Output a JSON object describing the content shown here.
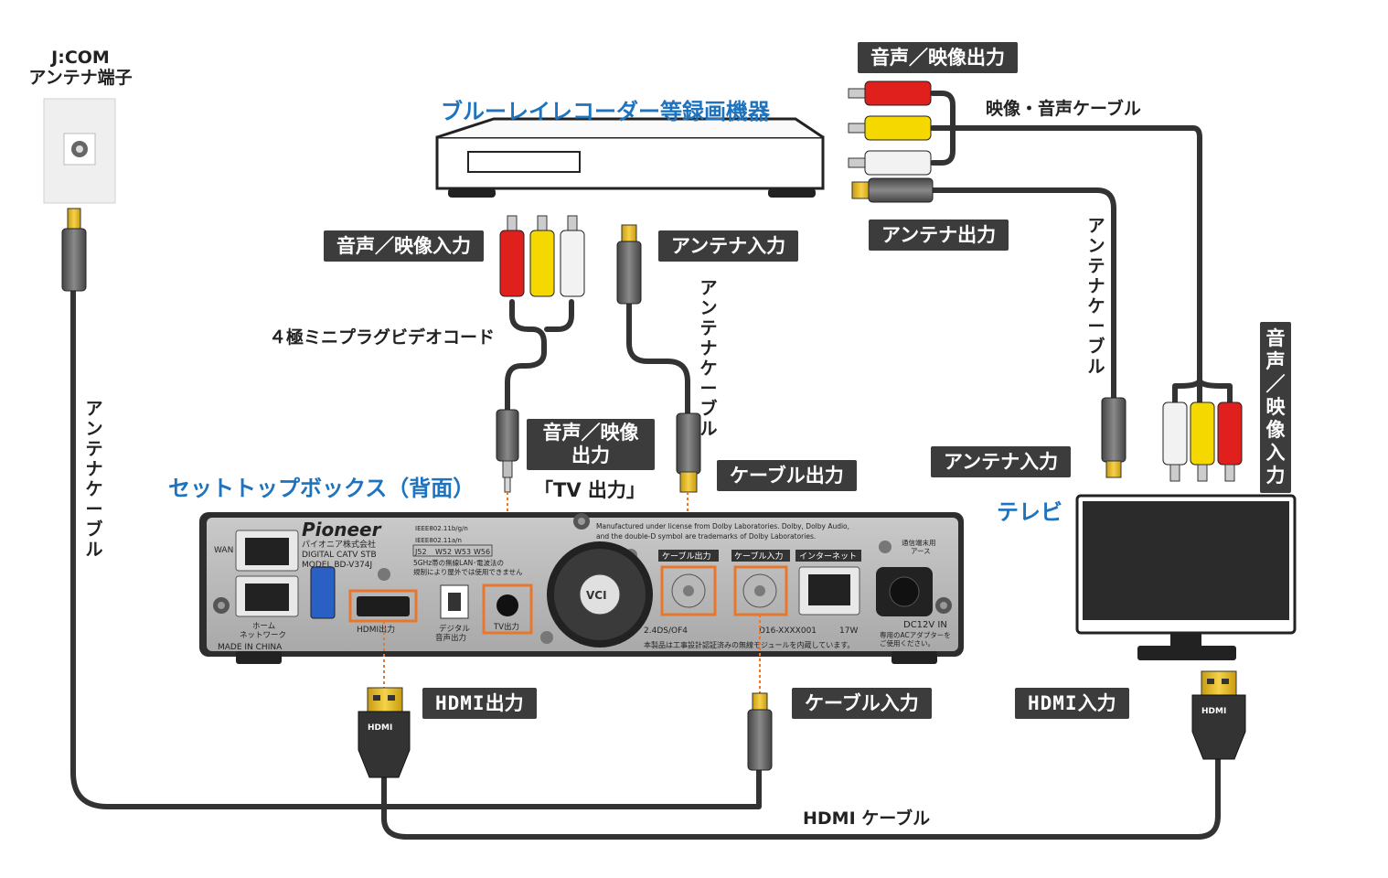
{
  "title_recorder": "ブルーレイレコーダー等録画機器",
  "title_stb": "セットトップボックス（背面）",
  "title_tv": "テレビ",
  "jcom_label": {
    "line1": "J:COM",
    "line2": "アンテナ端子"
  },
  "tags": {
    "recorder_av_in": "音声／映像入力",
    "recorder_ant_in": "アンテナ入力",
    "recorder_av_out": "音声／映像出力",
    "recorder_ant_out": "アンテナ出力",
    "stb_av_out_line1": "音声／映像",
    "stb_av_out_line2": "出力",
    "stb_cable_out": "ケーブル出力",
    "stb_cable_in": "ケーブル入力",
    "stb_hdmi_out_suffix": "出力",
    "tv_ant_in": "アンテナ入力",
    "tv_hdmi_in_suffix": "入力",
    "tv_av_in": "音声／映像入力",
    "hdmi_logo": "HDMI"
  },
  "labels": {
    "four_pole": "４極ミニプラグビデオコード",
    "av_cable": "映像・音声ケーブル",
    "tv_out": "「TV 出力」",
    "hdmi_cable": "HDMI ケーブル",
    "ant_cable_left": "アンテナケーブル",
    "ant_cable_mid": "アンテナケーブル",
    "ant_cable_right": "アンテナケーブル"
  },
  "stb_panel": {
    "brand": "Pioneer",
    "maker": "パイオニア株式会社",
    "product": "DIGITAL CATV STB",
    "model": "MODEL BD-V374J",
    "ieee1": "IEEE802.11b/g/n",
    "ieee2": "IEEE802.11a/n",
    "wlan_j52": "J52",
    "wlan_w52": "W52",
    "wlan_w53": "W53",
    "wlan_w56": "W56",
    "wlan_note1": "5GHz帯の無線LAN･電波法の",
    "wlan_note2": "規制により屋外では使用できません",
    "dolby1": "Manufactured under license from Dolby Laboratories. Dolby, Dolby Audio,",
    "dolby2": "and the double-D symbol are trademarks of Dolby Laboratories.",
    "wan": "WAN",
    "home_net1": "ホーム",
    "home_net2": "ネットワーク",
    "made_in": "MADE IN CHINA",
    "hdmi_out": "HDMI出力",
    "digital_audio1": "デジタル",
    "digital_audio2": "音声出力",
    "tv_out": "TV出力",
    "cable_out": "ケーブル出力",
    "cable_in": "ケーブル入力",
    "internet": "インターネット",
    "ground1": "通信端末用",
    "ground2": "アース",
    "ds": "2.4DS/OF4",
    "cert_id": "D16-XXXX001",
    "watt": "17W",
    "dc": "DC12V IN",
    "adapter1": "専用のACアダプターを",
    "adapter2": "ご使用ください。",
    "module_note": "本製品は工事設計認証済みの無線モジュールを内蔵しています。",
    "vci": "VCI"
  },
  "colors": {
    "tag_bg": "#3c3c3c",
    "title_blue": "#1e73be",
    "highlight": "#e8772e",
    "cable": "#333333",
    "rca_red": "#e0201c",
    "rca_yellow": "#f5d800",
    "rca_white": "#f2f2f2",
    "hdmi_gold": "#e8c000"
  }
}
